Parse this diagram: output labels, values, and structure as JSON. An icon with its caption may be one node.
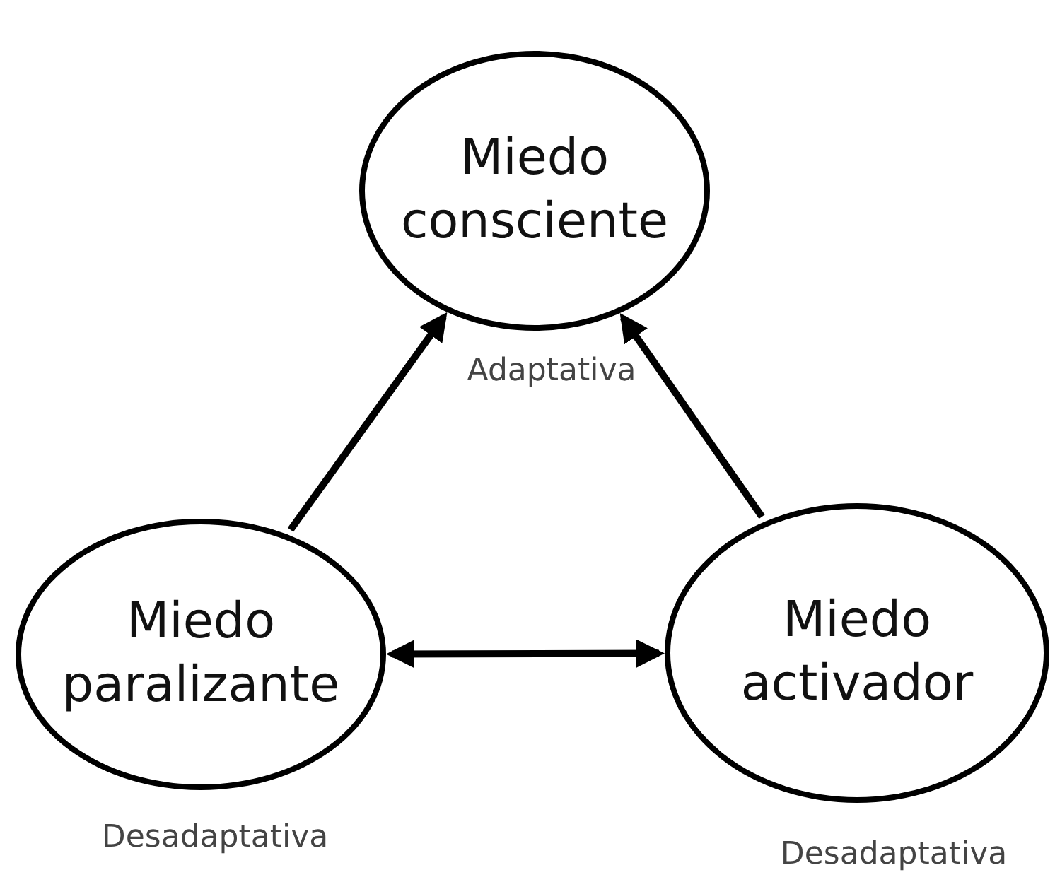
{
  "diagram": {
    "nodes": [
      {
        "text": [
          "Miedo consciente"
        ],
        "beside": [
          "Adaptativa"
        ]
      },
      {
        "text": [
          "Miedo paralizante"
        ],
        "beside": [
          "Desadaptativa"
        ]
      },
      {
        "text": [
          "Miedo activador"
        ],
        "beside": [
          "Desadaptativa"
        ]
      }
    ],
    "edges": [
      {
        "from": 1,
        "to": 0,
        "arrow": "to"
      },
      {
        "from": 2,
        "to": 0,
        "arrow": "to"
      },
      {
        "from": 1,
        "to": 2,
        "arrow": "both"
      }
    ]
  }
}
